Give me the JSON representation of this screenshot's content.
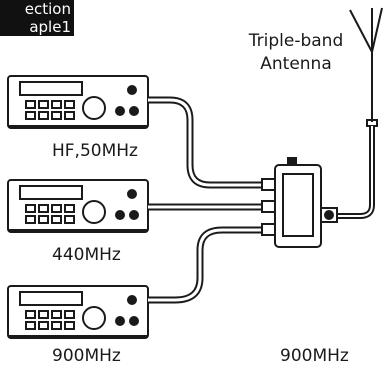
{
  "section_tag": {
    "line1": "ection",
    "line2": "aple1"
  },
  "antenna": {
    "label_line1": "Triple-band",
    "label_line2": "Antenna"
  },
  "radios": [
    {
      "label": "HF,50MHz"
    },
    {
      "label": "440MHz"
    },
    {
      "label": "900MHz"
    }
  ],
  "duplexer_label": "900MHz",
  "colors": {
    "stroke": "#1a1a1a",
    "tag_bg": "#111111",
    "background": "#ffffff"
  }
}
